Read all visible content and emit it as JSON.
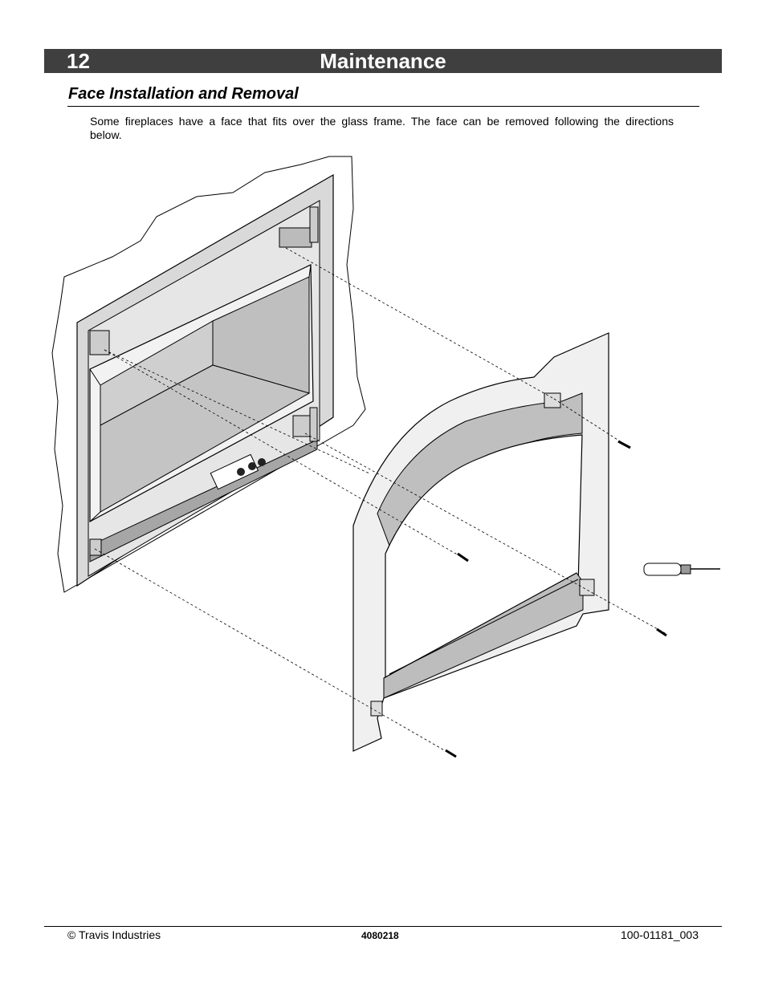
{
  "header": {
    "number": "12",
    "title": "Maintenance"
  },
  "section": {
    "title": "Face Installation and Removal",
    "intro": "Some fireplaces have a face that fits over the glass frame.  The face can be removed following the directions below."
  },
  "figure": {
    "description_icon": "exploded-face-installation-diagram"
  },
  "footer": {
    "copyright": "© Travis Industries",
    "code": "4080218",
    "doc_number": "100-01181_003"
  }
}
